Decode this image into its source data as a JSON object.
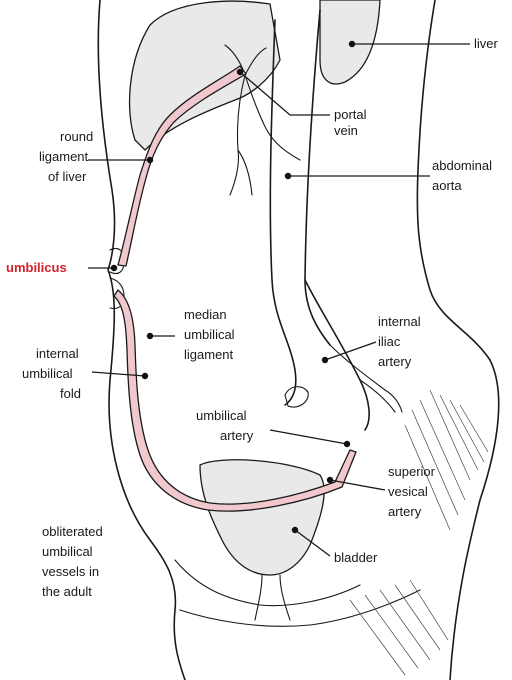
{
  "labels": {
    "liver": "liver",
    "portal_vein_1": "portal",
    "portal_vein_2": "vein",
    "abdominal_aorta_1": "abdominal",
    "abdominal_aorta_2": "aorta",
    "round_ligament_1": "round",
    "round_ligament_2": "ligament",
    "round_ligament_3": "of liver",
    "umbilicus": "umbilicus",
    "median_umbilical_1": "median",
    "median_umbilical_2": "umbilical",
    "median_umbilical_3": "ligament",
    "internal_iliac_1": "internal",
    "internal_iliac_2": "iliac",
    "internal_iliac_3": "artery",
    "internal_umbilical_1": "internal",
    "internal_umbilical_2": "umbilical",
    "internal_umbilical_3": "fold",
    "umbilical_artery_1": "umbilical",
    "umbilical_artery_2": "artery",
    "superior_vesical_1": "superior",
    "superior_vesical_2": "vesical",
    "superior_vesical_3": "artery",
    "bladder": "bladder",
    "obliterated_1": "obliterated",
    "obliterated_2": "umbilical",
    "obliterated_3": "vessels in",
    "obliterated_4": "the adult"
  },
  "colors": {
    "highlight_label": "#d2232a",
    "vessel_fill": "#f2c8cf",
    "line": "#1a1a1a"
  }
}
